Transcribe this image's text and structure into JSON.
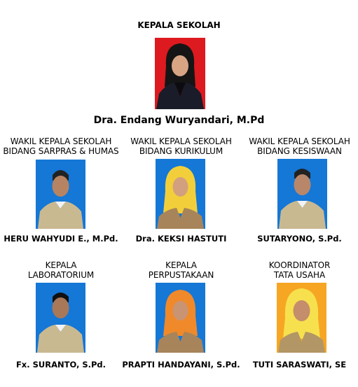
{
  "principal": {
    "title": "KEPALA SEKOLAH",
    "name": "Dra. Endang Wuryandari, M.Pd",
    "photo": "principal-photo",
    "bg": "#dd1a1f"
  },
  "staff": [
    {
      "role_line1": "WAKIL KEPALA SEKOLAH",
      "role_line2": "BIDANG SARPRAS & HUMAS",
      "name": "HERU WAHYUDI E., M.Pd.",
      "bg": "#1577d6"
    },
    {
      "role_line1": "WAKIL KEPALA SEKOLAH",
      "role_line2": "BIDANG KURIKULUM",
      "name": "Dra. KEKSI HASTUTI",
      "bg": "#1577d6"
    },
    {
      "role_line1": "WAKIL KEPALA SEKOLAH",
      "role_line2": "BIDANG KESISWAAN",
      "name": "SUTARYONO, S.Pd.",
      "bg": "#1577d6"
    },
    {
      "role_line1": "KEPALA",
      "role_line2": "LABORATORIUM",
      "name": "Fx. SURANTO, S.Pd.",
      "bg": "#1577d6"
    },
    {
      "role_line1": "KEPALA",
      "role_line2": "PERPUSTAKAAN",
      "name": "PRAPTI HANDAYANI, S.Pd.",
      "bg": "#1577d6"
    },
    {
      "role_line1": "KOORDINATOR",
      "role_line2": "TATA USAHA",
      "name": "TUTI SARASWATI, SE",
      "bg": "#f6a623"
    }
  ]
}
